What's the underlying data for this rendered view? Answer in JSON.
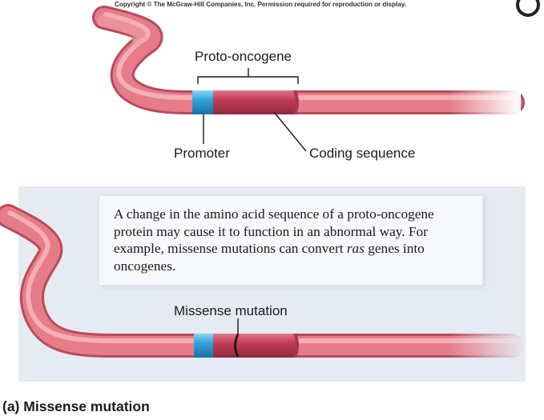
{
  "copyright": "Copyright © The McGraw-Hill Companies, Inc. Permission required for reproduction or display.",
  "labels": {
    "proto_oncogene": "Proto-oncogene",
    "promoter": "Promoter",
    "coding_sequence": "Coding sequence",
    "missense_mutation": "Missense mutation"
  },
  "description": {
    "part1": "A change in the amino acid sequence of a proto-oncogene protein may cause it to function in an abnormal way. For example, missense mutations can convert ",
    "italic": "ras",
    "part2": " genes into oncogenes."
  },
  "caption": "(a) Missense mutation",
  "colors": {
    "dna_strand": "#e0707c",
    "promoter": "#2ea4dc",
    "coding_sequence": "#c23c58",
    "panel_background": "#e6eaf2"
  }
}
